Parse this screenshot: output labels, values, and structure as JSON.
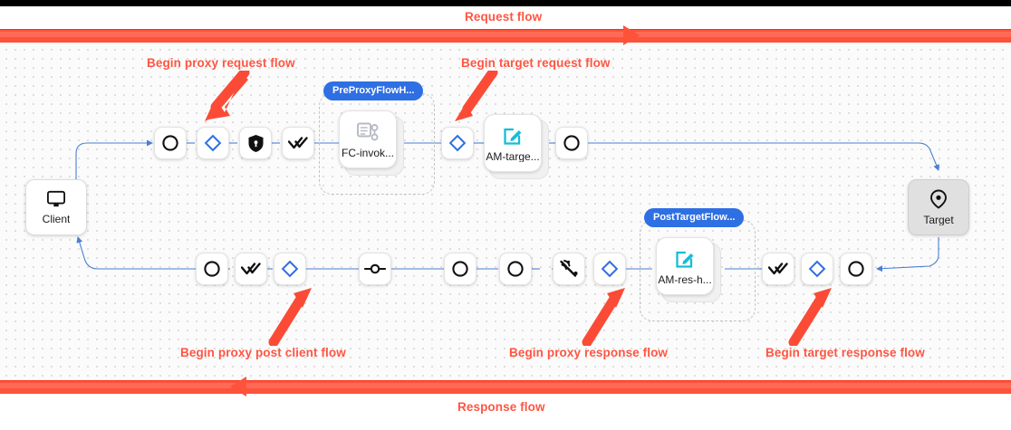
{
  "diagram": {
    "title_top": "Request flow",
    "title_bottom": "Response flow",
    "accent_red": "#ff523b",
    "accent_blue": "#2f6fe4",
    "accent_cyan": "#16bdd4",
    "canvas_background": "#fbfbfb"
  },
  "annotations": [
    {
      "id": "a",
      "text": "Begin proxy request flow"
    },
    {
      "id": "b",
      "text": "Begin target request flow"
    },
    {
      "id": "c",
      "text": "Begin proxy post client flow"
    },
    {
      "id": "d",
      "text": "Begin proxy response flow"
    },
    {
      "id": "e",
      "text": "Begin target response flow"
    }
  ],
  "endpoints": [
    {
      "name": "client",
      "label": "Client",
      "icon": "monitor-icon"
    },
    {
      "name": "target",
      "label": "Target",
      "icon": "location-pin-icon"
    }
  ],
  "request_row": [
    {
      "name": "request-start",
      "icon": "circle-icon"
    },
    {
      "name": "proxy-request-flow-hook",
      "icon": "blue-diamond-icon"
    },
    {
      "name": "security-step",
      "icon": "shield-lock-icon"
    },
    {
      "name": "verify-step",
      "icon": "double-check-icon"
    }
  ],
  "request_group": {
    "chip": "PreProxyFlowH...",
    "policy": {
      "label": "FC-invok...",
      "icon": "flow-callout-icon"
    }
  },
  "target_request": [
    {
      "name": "target-request-flow-hook",
      "icon": "blue-diamond-icon"
    },
    {
      "name": "assign-message-target-policy",
      "label": "AM-targe...",
      "icon": "assign-message-icon"
    },
    {
      "name": "target-request-end",
      "icon": "circle-icon"
    }
  ],
  "response_row": [
    {
      "name": "post-client-circle",
      "icon": "circle-icon"
    },
    {
      "name": "post-client-verify",
      "icon": "double-check-icon"
    },
    {
      "name": "proxy-post-client-flow-hook",
      "icon": "blue-diamond-icon"
    },
    {
      "name": "node-link-step",
      "icon": "node-link-icon"
    },
    {
      "name": "response-circle-1",
      "icon": "circle-icon"
    },
    {
      "name": "response-circle-2",
      "icon": "circle-icon"
    },
    {
      "name": "extract-step",
      "icon": "signal-burst-icon"
    },
    {
      "name": "proxy-response-flow-hook",
      "icon": "blue-diamond-icon"
    }
  ],
  "response_group": {
    "chip": "PostTargetFlow...",
    "policy": {
      "label": "AM-res-h...",
      "icon": "assign-message-icon"
    }
  },
  "target_response": [
    {
      "name": "target-response-verify",
      "icon": "double-check-icon"
    },
    {
      "name": "target-response-flow-hook",
      "icon": "blue-diamond-icon"
    },
    {
      "name": "target-response-end",
      "icon": "circle-icon"
    }
  ]
}
